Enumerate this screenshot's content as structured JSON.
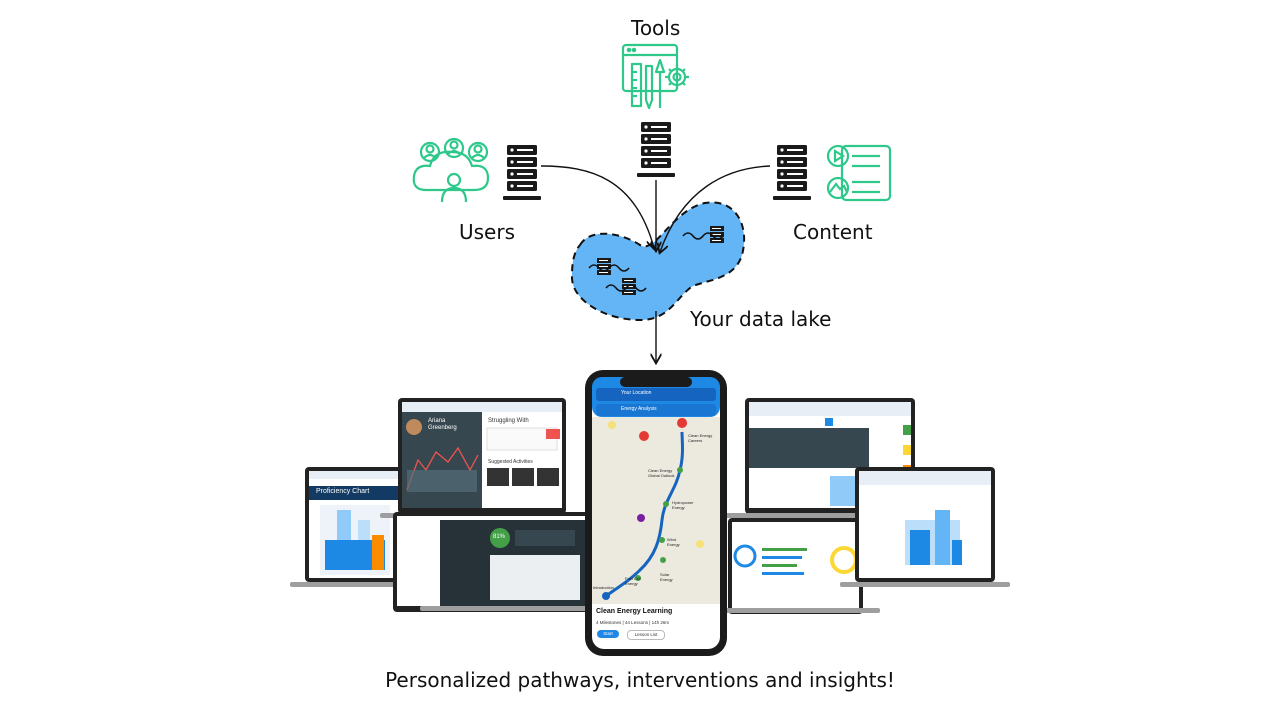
{
  "diagram": {
    "labels": {
      "tools": "Tools",
      "users": "Users",
      "content": "Content",
      "data_lake": "Your data lake"
    },
    "caption": "Personalized pathways, interventions and insights!"
  },
  "phone": {
    "search_bar": "Your Location",
    "subject_bar": "Energy Analysis",
    "course_title": "Clean Energy Learning",
    "course_meta": "4 Milestones | 44 Lessons | 14h 26m",
    "start_button": "Start",
    "lesson_list_button": "Lesson List",
    "map_nodes": [
      "Introduction",
      "Fuel Cell Energy",
      "Solar Energy",
      "Wind Energy",
      "Hydropower Energy",
      "Clean Energy Global Outlook",
      "Clean Energy Careers"
    ]
  },
  "laptops": {
    "proficiency_title": "Proficiency Chart",
    "student_name": "Ariana Greenberg",
    "struggling_title": "Struggling With",
    "suggested_title": "Suggested Activities",
    "percent_badge": "81%"
  },
  "colors": {
    "icon_green": "#2dc88a",
    "lake_blue": "#64b5f6",
    "brand_blue": "#1e88e5"
  },
  "icons": [
    "users-group-icon",
    "tools-icon",
    "content-media-icon",
    "server-icon",
    "data-lake-icon"
  ]
}
